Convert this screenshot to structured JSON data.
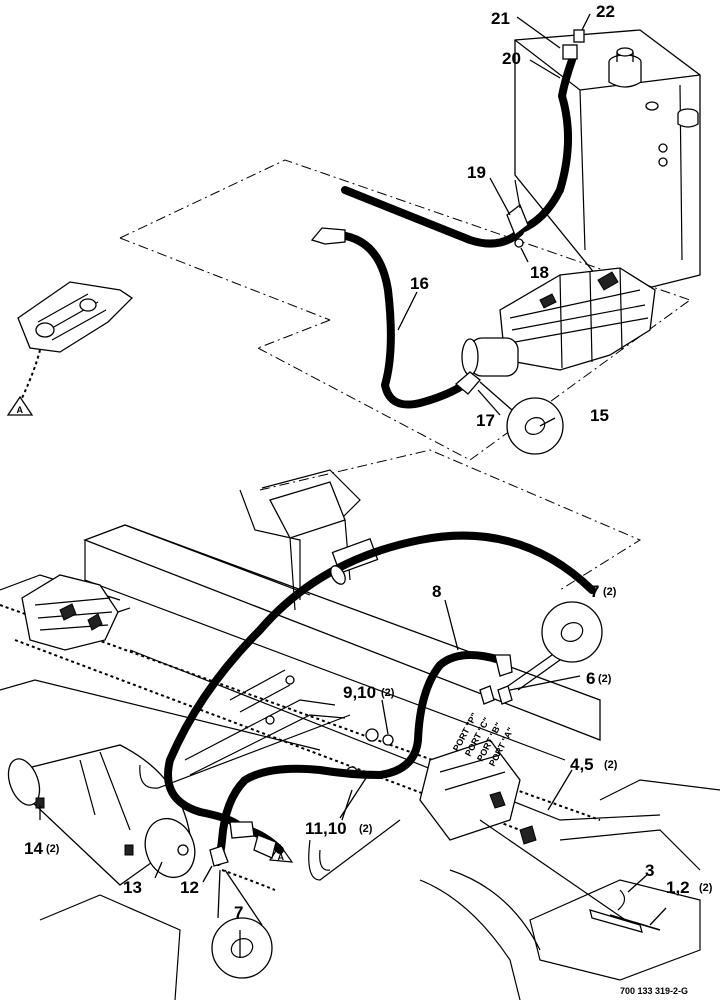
{
  "drawing_number": "700 133 319-2-G",
  "reference_marker": "A",
  "port_labels": [
    "PORT \"P\"",
    "PORT \"C\"",
    "PORT \"B\"",
    "PORT \"A\""
  ],
  "callouts": {
    "c22": {
      "label": "22",
      "qty": ""
    },
    "c21": {
      "label": "21",
      "qty": ""
    },
    "c20": {
      "label": "20",
      "qty": ""
    },
    "c19": {
      "label": "19",
      "qty": ""
    },
    "c18": {
      "label": "18",
      "qty": ""
    },
    "c16": {
      "label": "16",
      "qty": ""
    },
    "c17": {
      "label": "17",
      "qty": ""
    },
    "c15": {
      "label": "15",
      "qty": ""
    },
    "c8": {
      "label": "8",
      "qty": ""
    },
    "c7top": {
      "label": "7",
      "qty": "(2)"
    },
    "c6": {
      "label": "6",
      "qty": "(2)"
    },
    "c9": {
      "label": "9,10",
      "qty": "(2)"
    },
    "c45": {
      "label": "4,5",
      "qty": "(2)"
    },
    "c14": {
      "label": "14",
      "qty": "(2)"
    },
    "c11": {
      "label": "11,10",
      "qty": "(2)"
    },
    "c3": {
      "label": "3",
      "qty": ""
    },
    "c12": {
      "label": "12",
      "qty": ""
    },
    "c13": {
      "label": "13",
      "qty": ""
    },
    "c12b": {
      "label": "1,2",
      "qty": "(2)"
    },
    "c7bot": {
      "label": "7",
      "qty": ""
    }
  }
}
